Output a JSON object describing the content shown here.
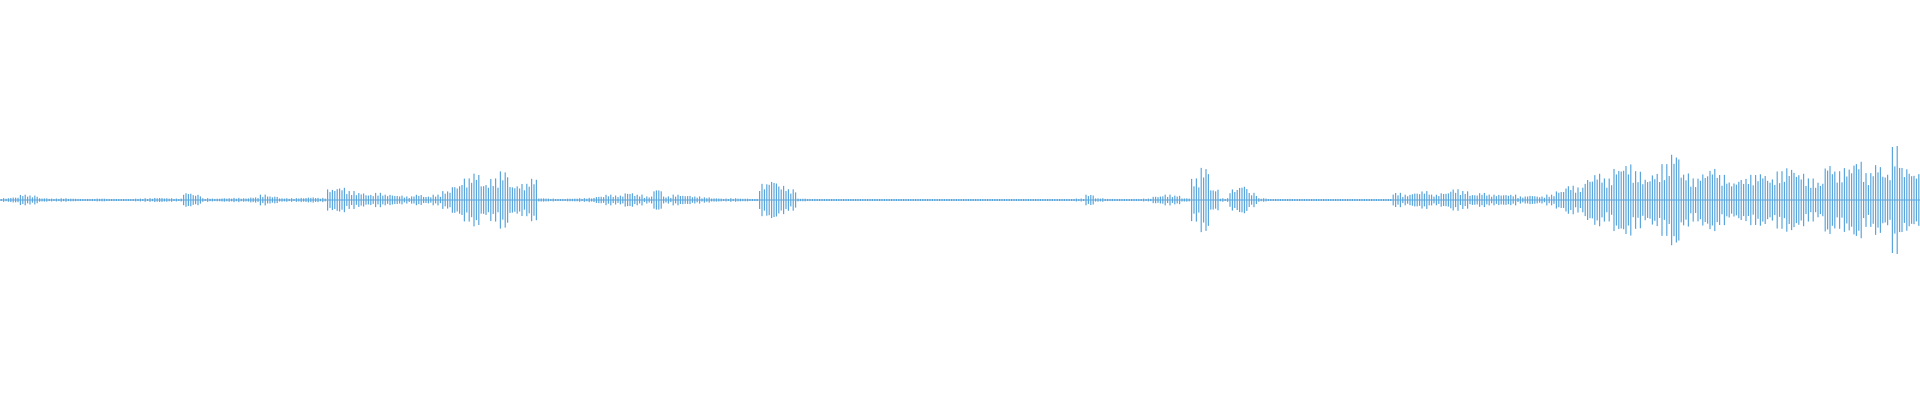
{
  "waveform": {
    "color": "#5aa5dc",
    "background": "#ffffff",
    "peaks": [
      0.01,
      0.015,
      0.03,
      0.025,
      0.01,
      0.008,
      0.01,
      0.008,
      0.006,
      0.006,
      0.008,
      0.006,
      0.005,
      0.006,
      0.008,
      0.01,
      0.012,
      0.01,
      0.008,
      0.04,
      0.03,
      0.01,
      0.008,
      0.01,
      0.012,
      0.01,
      0.015,
      0.03,
      0.02,
      0.01,
      0.01,
      0.012,
      0.015,
      0.012,
      0.06,
      0.07,
      0.05,
      0.04,
      0.03,
      0.04,
      0.03,
      0.025,
      0.02,
      0.03,
      0.02,
      0.03,
      0.05,
      0.08,
      0.12,
      0.15,
      0.09,
      0.12,
      0.16,
      0.08,
      0.09,
      0.12,
      0.01,
      0.008,
      0.006,
      0.008,
      0.01,
      0.012,
      0.02,
      0.03,
      0.025,
      0.04,
      0.03,
      0.02,
      0.06,
      0.02,
      0.03,
      0.025,
      0.02,
      0.015,
      0.01,
      0.008,
      0.01,
      0.008,
      0.006,
      0.09,
      0.11,
      0.08,
      0.06,
      0.008,
      0.006,
      0.005,
      0.005,
      0.004,
      0.004,
      0.004,
      0.005,
      0.004,
      0.004,
      0.004,
      0.004,
      0.004,
      0.005,
      0.004,
      0.004,
      0.004,
      0.004,
      0.004,
      0.004,
      0.004,
      0.004,
      0.004,
      0.004,
      0.004,
      0.004,
      0.004,
      0.004,
      0.004,
      0.008,
      0.03,
      0.01,
      0.006,
      0.006,
      0.005,
      0.006,
      0.008,
      0.02,
      0.03,
      0.025,
      0.01,
      0.12,
      0.18,
      0.06,
      0.01,
      0.06,
      0.08,
      0.04,
      0.01,
      0.006,
      0.005,
      0.006,
      0.005,
      0.005,
      0.005,
      0.006,
      0.005,
      0.005,
      0.006,
      0.005,
      0.005,
      0.005,
      0.04,
      0.03,
      0.04,
      0.05,
      0.03,
      0.04,
      0.06,
      0.05,
      0.03,
      0.04,
      0.03,
      0.03,
      0.03,
      0.02,
      0.025,
      0.02,
      0.03,
      0.05,
      0.08,
      0.07,
      0.12,
      0.15,
      0.12,
      0.18,
      0.2,
      0.16,
      0.12,
      0.15,
      0.2,
      0.26,
      0.15,
      0.12,
      0.15,
      0.18,
      0.14,
      0.1,
      0.12,
      0.14,
      0.15,
      0.12,
      0.16,
      0.18,
      0.15,
      0.12,
      0.1,
      0.2,
      0.16,
      0.18,
      0.22,
      0.15,
      0.2,
      0.15,
      0.3,
      0.18,
      0.15
    ]
  }
}
